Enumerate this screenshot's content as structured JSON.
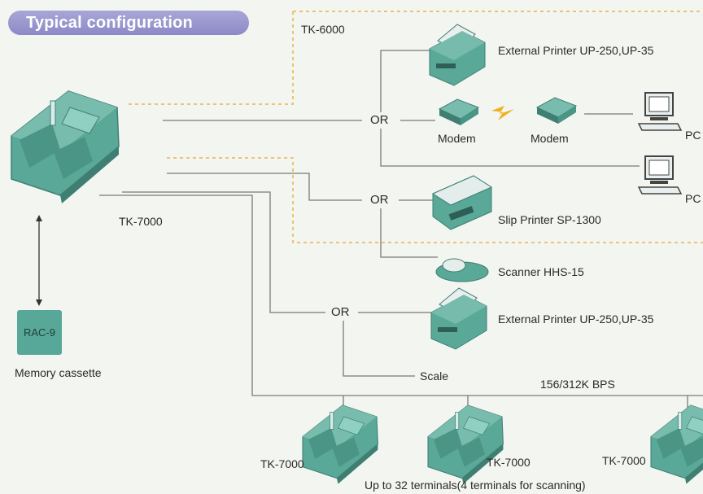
{
  "header": {
    "title": "Typical configuration"
  },
  "group": {
    "label": "TK-6000"
  },
  "main_register": {
    "label": "TK-7000"
  },
  "memory": {
    "cassette_label": "RAC-9",
    "caption": "Memory cassette"
  },
  "or_nodes": [
    "OR",
    "OR",
    "OR"
  ],
  "devices": {
    "external_printer_top": "External Printer    UP-250,UP-35",
    "modem_left": "Modem",
    "modem_right": "Modem",
    "pc_top": "PC",
    "pc_bottom": "PC",
    "slip_printer": "Slip Printer SP-1300",
    "scanner": "Scanner    HHS-15",
    "external_printer_bottom": "External Printer    UP-250,UP-35",
    "scale": "Scale"
  },
  "network": {
    "speed": "156/312K BPS",
    "terminals": [
      "TK-7000",
      "TK-7000",
      "TK-7000"
    ],
    "note": "Up to 32 terminals(4 terminals for scanning)"
  },
  "colors": {
    "device_teal": "#5aa897",
    "device_dark": "#3f7f73",
    "pill_purple": "#9692cf",
    "dashed_orange": "#e8b44a",
    "line_gray": "#7a7a7a",
    "lightning": "#f0b020"
  },
  "icons": [
    "cash-register-icon",
    "printer-icon",
    "modem-icon",
    "lightning-icon",
    "pc-icon",
    "slip-printer-icon",
    "scanner-icon",
    "double-arrow-icon"
  ]
}
